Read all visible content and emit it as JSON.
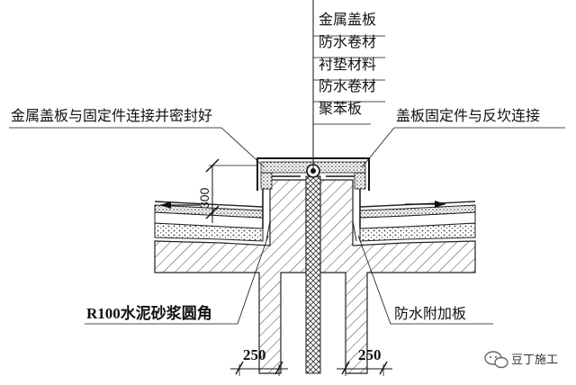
{
  "layers": {
    "metal_cover": "金属盖板",
    "waterproof_roll_1": "防水卷材",
    "liner_material": "衬垫材料",
    "waterproof_roll_2": "防水卷材",
    "polystyrene_board": "聚苯板"
  },
  "annotations": {
    "cover_fixing_seal": "金属盖板与固定件连接并密封好",
    "cover_fixing_curb": "盖板固定件与反坎连接",
    "mortar_fillet": "R100水泥砂浆圆角",
    "additional_waterproof": "防水附加板"
  },
  "dimensions": {
    "curb_height": "300",
    "curb_width_left": "250",
    "curb_width_right": "250"
  },
  "watermark": {
    "text": "豆丁施工",
    "icon": "wechat-icon"
  }
}
